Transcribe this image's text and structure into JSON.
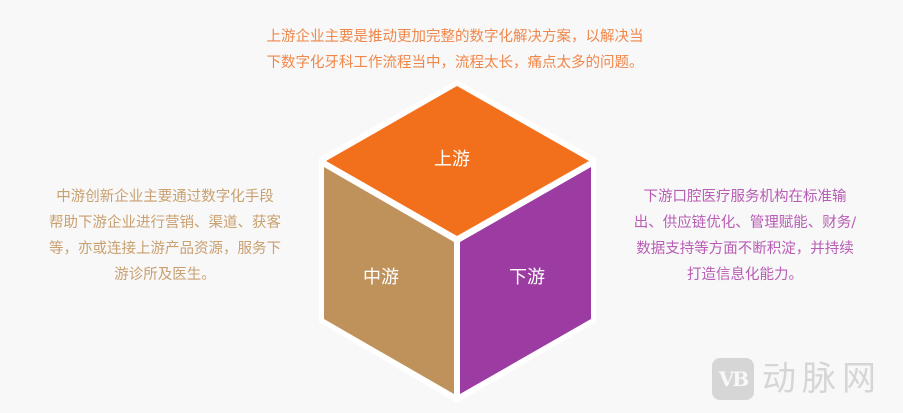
{
  "descriptions": {
    "upstream": [
      "上游企业主要是推动更加完整的数字化解决方案，以解决当",
      "下数字化牙科工作流程当中，流程太长，痛点太多的问题。"
    ],
    "midstream": [
      "中游创新企业主要通过数字化手段",
      "帮助下游企业进行营销、渠道、获客",
      "等，亦或连接上游产品资源，服务下",
      "游诊所及医生。"
    ],
    "downstream": [
      "下游口腔医疗服务机构在标准输",
      "出、供应链优化、管理赋能、财务/",
      "数据支持等方面不断积淀，并持续",
      "打造信息化能力。"
    ]
  },
  "cube": {
    "top_label": "上游",
    "left_label": "中游",
    "right_label": "下游",
    "colors": {
      "top": "#f26f1b",
      "left": "#bf925c",
      "right": "#9c3ca2",
      "seam": "#ffffff"
    }
  },
  "watermark": {
    "logo": "VB",
    "text": "动脉网"
  }
}
